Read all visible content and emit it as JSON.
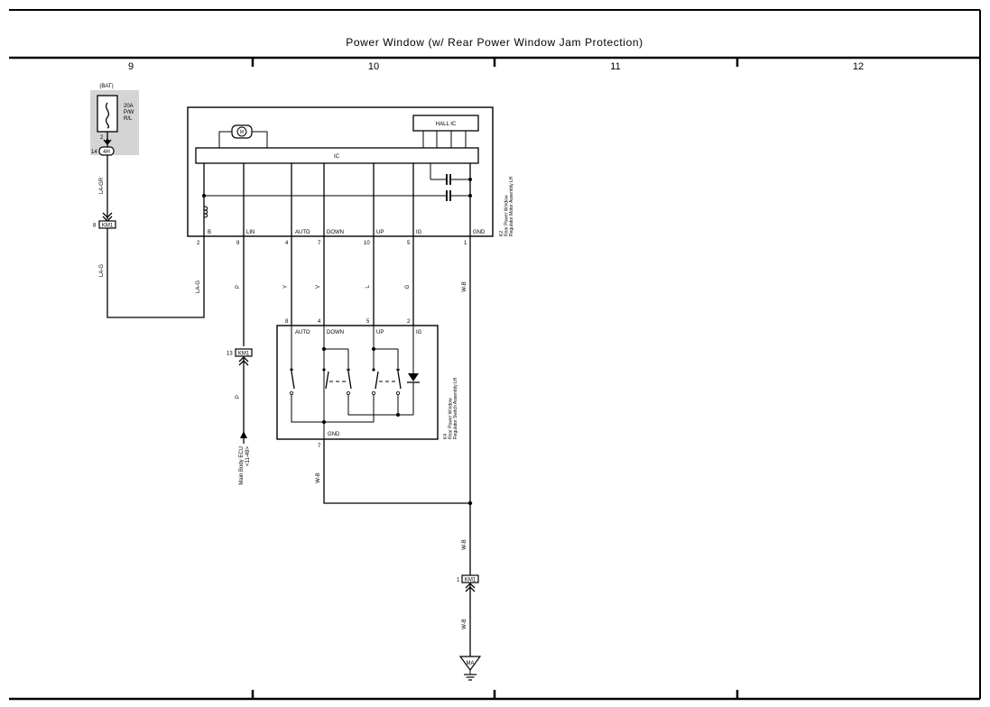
{
  "title": "Power Window (w/ Rear Power Window Jam Protection)",
  "columns": [
    "9",
    "10",
    "11",
    "12"
  ],
  "fuse": {
    "source": "(BAT)",
    "rating": "20A",
    "name_line1": "P/W",
    "name_line2": "R/L",
    "pin_top": "2",
    "pin_bottom": "14",
    "connector": "4H"
  },
  "wires": {
    "la_gr": "LA-GR",
    "la_g_left": "LA-G",
    "la_g_right": "LA-G",
    "p_upper": "P",
    "y": "Y",
    "v": "V",
    "l": "L",
    "g": "G",
    "wb_motor": "W-B",
    "p_lower": "P",
    "wb_switch": "W-B",
    "wb_ground_upper": "W-B",
    "wb_ground_lower": "W-B"
  },
  "junctions": {
    "km1_top": {
      "pin": "8",
      "label": "KM1"
    },
    "km1_lin": {
      "pin": "13",
      "label": "KM1"
    },
    "km1_gnd": {
      "pin": "1",
      "label": "KM1"
    }
  },
  "motor": {
    "id": "K2",
    "name_line1": "Rear Power Window",
    "name_line2": "Regulator Motor Assembly LH",
    "hall_ic": "HALL IC",
    "ic": "IC",
    "motor_symbol": "M",
    "pins": [
      {
        "num": "2",
        "label": "B"
      },
      {
        "num": "9",
        "label": "LIN"
      },
      {
        "num": "4",
        "label": "AUTO"
      },
      {
        "num": "7",
        "label": "DOWN"
      },
      {
        "num": "10",
        "label": "UP"
      },
      {
        "num": "5",
        "label": "IG"
      },
      {
        "num": "1",
        "label": "GND"
      }
    ]
  },
  "switch": {
    "id": "K4",
    "name_line1": "Rear Power Window",
    "name_line2": "Regulator Switch Assembly LH",
    "pins": [
      {
        "num": "8",
        "label": "AUTO"
      },
      {
        "num": "4",
        "label": "DOWN"
      },
      {
        "num": "5",
        "label": "UP"
      },
      {
        "num": "2",
        "label": "IG"
      }
    ],
    "gnd_pin": "7",
    "gnd_label": "GND"
  },
  "ecu": {
    "line1": "Main Body ECU",
    "line2": "<11-49>"
  },
  "ground": {
    "label": "MA"
  }
}
